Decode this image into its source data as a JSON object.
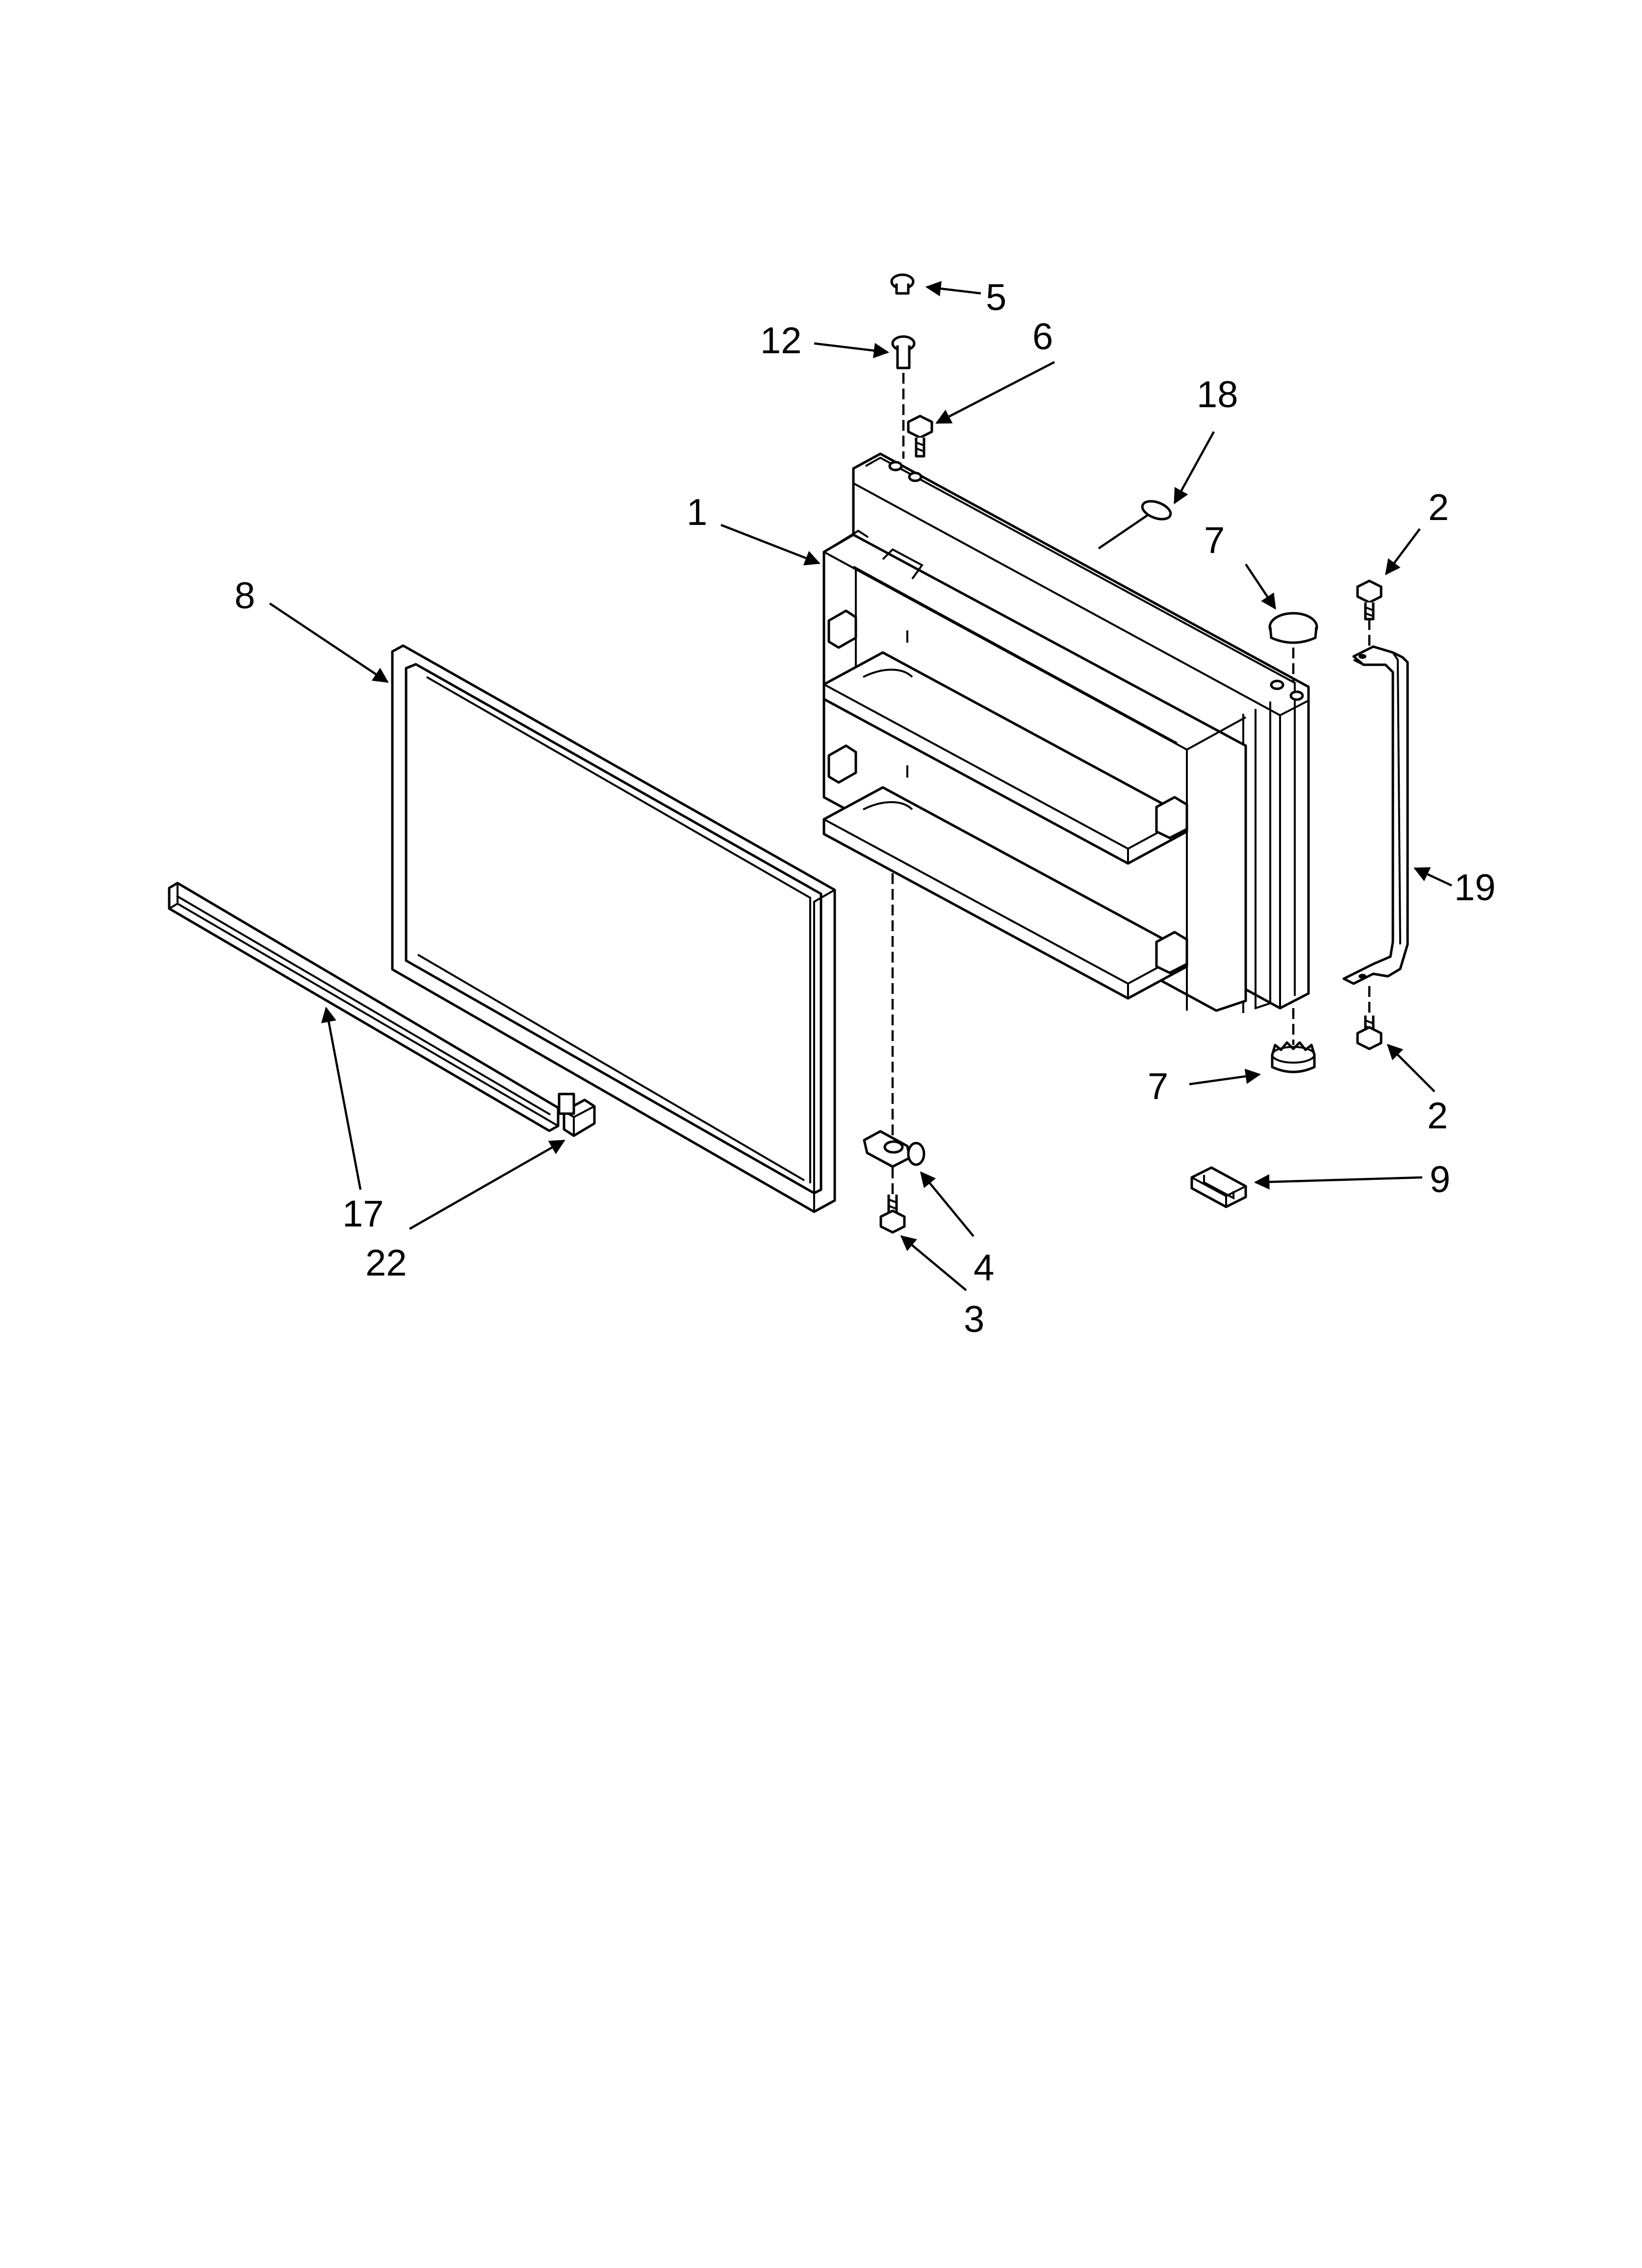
{
  "diagram": {
    "callouts": [
      {
        "id": "c5",
        "text": "5"
      },
      {
        "id": "c12",
        "text": "12"
      },
      {
        "id": "c6",
        "text": "6"
      },
      {
        "id": "c18",
        "text": "18"
      },
      {
        "id": "c1",
        "text": "1"
      },
      {
        "id": "c2a",
        "text": "2"
      },
      {
        "id": "c7a",
        "text": "7"
      },
      {
        "id": "c8",
        "text": "8"
      },
      {
        "id": "c19",
        "text": "19"
      },
      {
        "id": "c7b",
        "text": "7"
      },
      {
        "id": "c2b",
        "text": "2"
      },
      {
        "id": "c9",
        "text": "9"
      },
      {
        "id": "c17",
        "text": "17"
      },
      {
        "id": "c22",
        "text": "22"
      },
      {
        "id": "c4",
        "text": "4"
      },
      {
        "id": "c3",
        "text": "3"
      }
    ]
  }
}
